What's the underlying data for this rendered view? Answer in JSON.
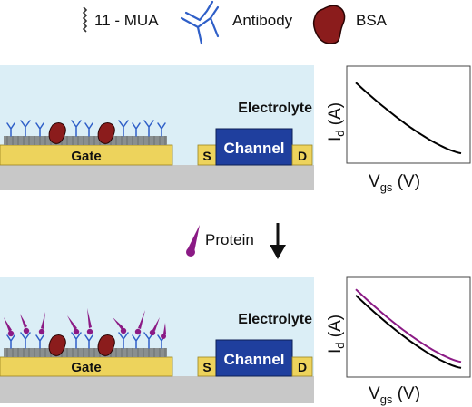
{
  "legend": {
    "mua_label": "11 - MUA",
    "antibody_label": "Antibody",
    "bsa_label": "BSA"
  },
  "panels": [
    {
      "electrolyte_label": "Electrolyte",
      "gate_label": "Gate",
      "source_label": "S",
      "channel_label": "Channel",
      "drain_label": "D",
      "plot": {
        "ylabel_main": "I",
        "ylabel_sub": "d",
        "ylabel_unit": " (A)",
        "xlabel_main": "V",
        "xlabel_sub": "gs",
        "xlabel_unit": " (V)"
      }
    },
    {
      "electrolyte_label": "Electrolyte",
      "gate_label": "Gate",
      "source_label": "S",
      "channel_label": "Channel",
      "drain_label": "D",
      "plot": {
        "ylabel_main": "I",
        "ylabel_sub": "d",
        "ylabel_unit": " (A)",
        "xlabel_main": "V",
        "xlabel_sub": "gs",
        "xlabel_unit": " (V)"
      }
    }
  ],
  "step_label": "Protein",
  "colors": {
    "electrolyte": "#dbeef6",
    "substrate": "#c8c8c8",
    "gate_gold": "#edd35c",
    "channel_blue": "#1f3f9e",
    "antibody": "#2f5fc8",
    "bsa": "#8b1c1c",
    "protein": "#8b1a85",
    "curve_before": "#000000",
    "curve_after": "#8b1a85"
  }
}
